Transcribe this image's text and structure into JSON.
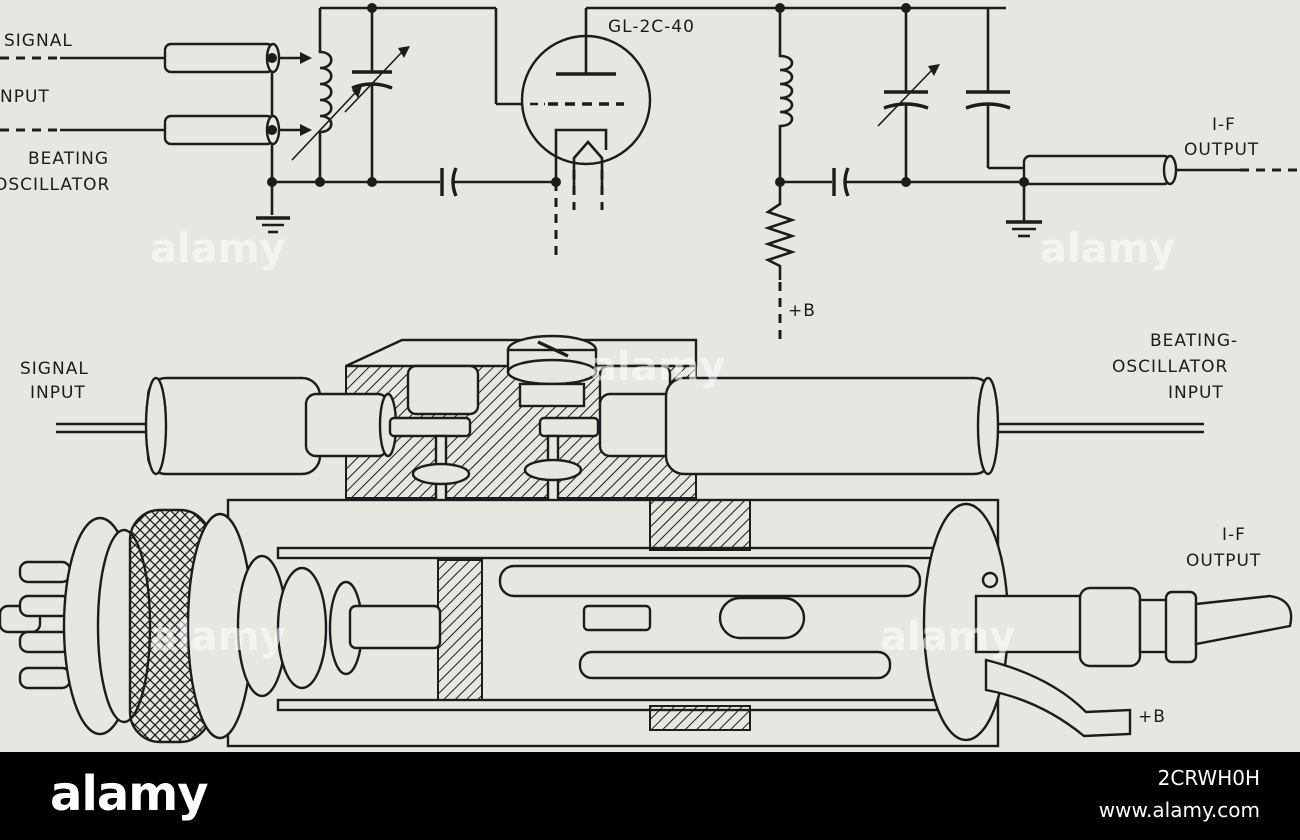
{
  "schematic": {
    "tube_label": "GL-2C-40",
    "signal_label_line1": "SIGNAL",
    "signal_label_line2": "INPUT",
    "beating_label_line1": "BEATING",
    "beating_label_line2": "OSCILLATOR",
    "if_label_line1": "I-F",
    "if_label_line2": "OUTPUT",
    "plus_b": "+B"
  },
  "cutaway": {
    "signal_label_line1": "SIGNAL",
    "signal_label_line2": "INPUT",
    "beating_label_line1": "BEATING-",
    "beating_label_line2": "OSCILLATOR",
    "beating_label_line3": "INPUT",
    "if_label_line1": "I-F",
    "if_label_line2": "OUTPUT",
    "plus_b": "+B"
  },
  "watermark": {
    "text": "alamy"
  },
  "footer": {
    "logo": "alamy",
    "image_id": "2CRWH0H",
    "site": "www.alamy.com"
  },
  "colors": {
    "paper": "#e7e6e1",
    "ink": "#1c1c1c",
    "footer_bg": "#000000"
  }
}
